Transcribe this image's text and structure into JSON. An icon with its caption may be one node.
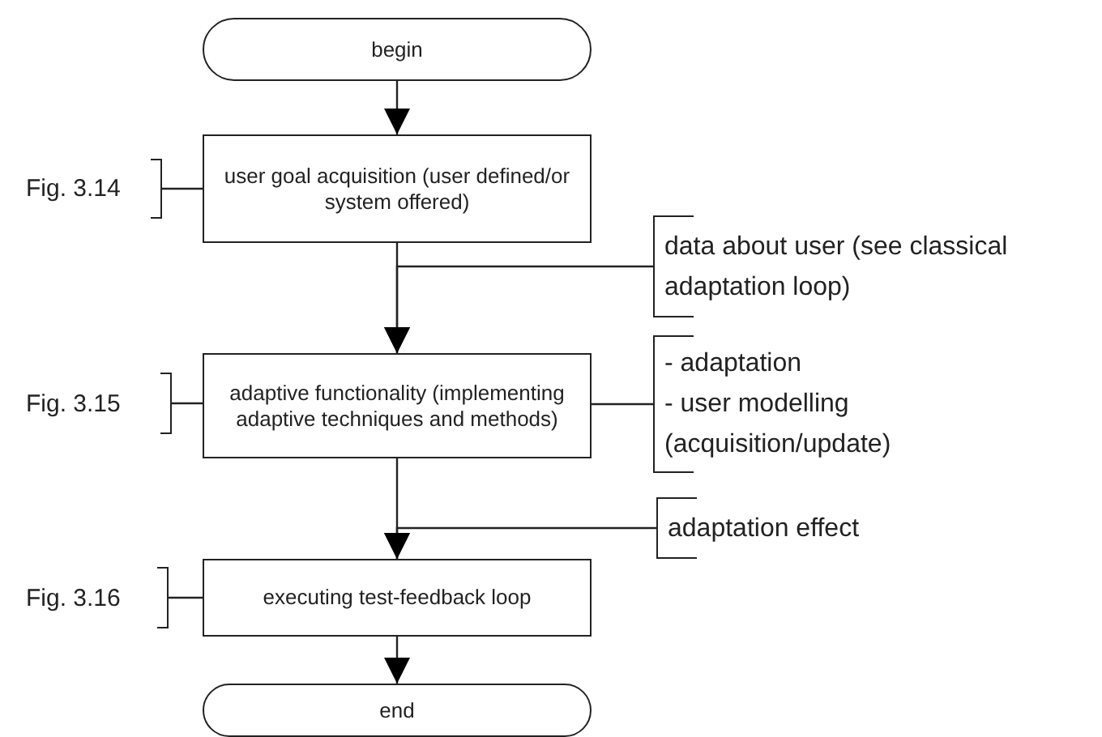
{
  "diagram": {
    "nodes": [
      {
        "text": [
          "begin"
        ]
      },
      {
        "text": [
          "Fig. 3.14"
        ]
      },
      {
        "text": [
          "user goal acquisition (user defined/or system offered)"
        ]
      },
      {
        "text": [
          "data about user (see classical adaptation loop)"
        ]
      },
      {
        "text": [
          "Fig. 3.15"
        ]
      },
      {
        "text": [
          "adaptive functionality (implementing adaptive techniques and methods)"
        ]
      },
      {
        "text": [
          "- adaptation",
          "- user modelling (acquisition/update)"
        ]
      },
      {
        "text": [
          "adaptation effect"
        ]
      },
      {
        "text": [
          "Fig. 3.16"
        ]
      },
      {
        "text": [
          "executing test-feedback loop"
        ]
      },
      {
        "text": [
          "end"
        ]
      }
    ],
    "edges": [
      {
        "from": 0,
        "to": 2,
        "arrow": "to"
      },
      {
        "from": 1,
        "to": 2,
        "arrow": "none"
      },
      {
        "from": 2,
        "to": 5,
        "arrow": "to"
      },
      {
        "from": 3,
        "to": 5,
        "arrow": "to"
      },
      {
        "from": 4,
        "to": 5,
        "arrow": "none"
      },
      {
        "from": 5,
        "to": 6,
        "arrow": "none"
      },
      {
        "from": 5,
        "to": 9,
        "arrow": "to"
      },
      {
        "from": 7,
        "to": 9,
        "arrow": "to"
      },
      {
        "from": 8,
        "to": 9,
        "arrow": "none"
      },
      {
        "from": 9,
        "to": 10,
        "arrow": "to"
      }
    ]
  }
}
